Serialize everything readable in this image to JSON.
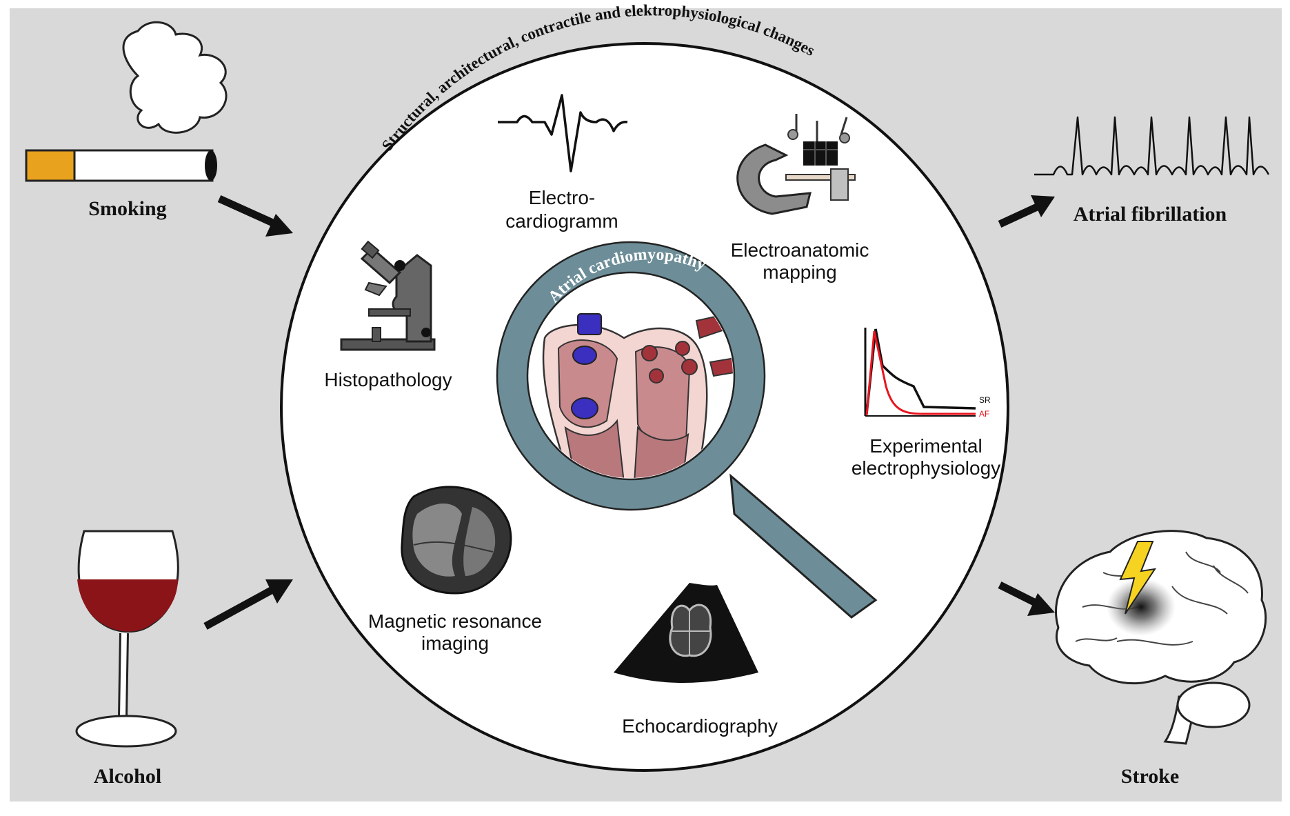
{
  "circle_caption": "Structural, architectural, contractile and elektrophysiological changes",
  "center_label": "Atrial cardiomyopathy",
  "methods": {
    "ecg_line1": "Electro-",
    "ecg_line2": "cardiogramm",
    "mapping_line1": "Electroanatomic",
    "mapping_line2": "mapping",
    "histo": "Histopathology",
    "ep_line1": "Experimental",
    "ep_line2": "electrophysiology",
    "mri_line1": "Magnetic resonance",
    "mri_line2": "imaging",
    "echo": "Echocardiography"
  },
  "ap_legend": {
    "sr": "SR",
    "af": "AF"
  },
  "risk_factors": {
    "smoking": "Smoking",
    "alcohol": "Alcohol"
  },
  "outcomes": {
    "af": "Atrial fibrillation",
    "stroke": "Stroke"
  },
  "colors": {
    "background": "#d9d9d9",
    "circle": "#ffffff",
    "magnifier": "#6d8e98",
    "heart": "#c98a8e",
    "vessel": "#a3333b",
    "wine": "#8b1418",
    "af_trace": "#e8141e",
    "bolt": "#f5d320"
  }
}
